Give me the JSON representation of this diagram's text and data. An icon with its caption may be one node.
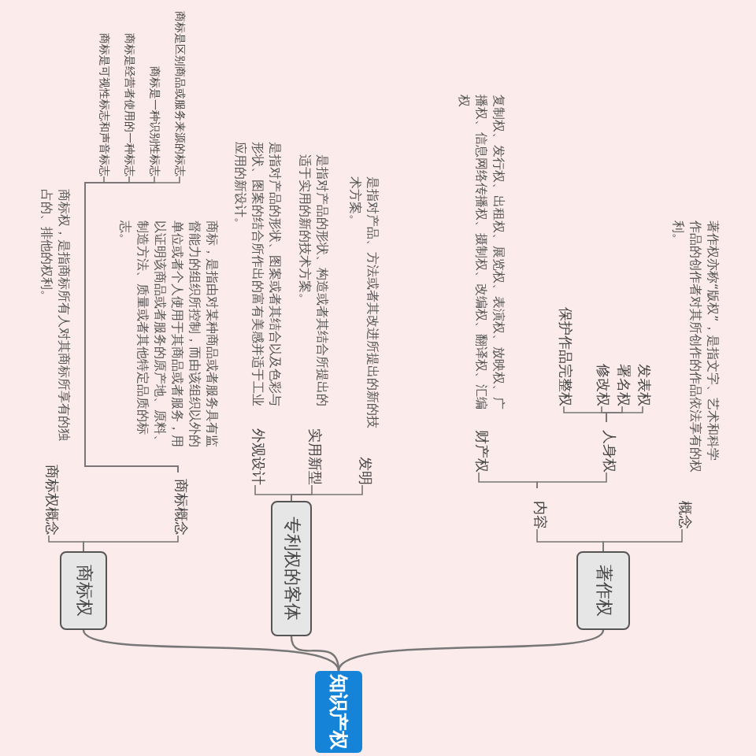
{
  "diagram": {
    "nodes": [
      {
        "text": [
          "知识产权"
        ]
      },
      {
        "text": [
          "著作权"
        ]
      },
      {
        "text": [
          "概念"
        ],
        "beside": [
          "著作权亦称“版权”，是指文字、艺术和科学作品的创作者对其所创作的作品依法享有的权利。"
        ]
      },
      {
        "text": [
          "内容"
        ]
      },
      {
        "text": [
          "人身权"
        ]
      },
      {
        "text": [
          "发表权"
        ]
      },
      {
        "text": [
          "署名权"
        ]
      },
      {
        "text": [
          "修改权"
        ]
      },
      {
        "text": [
          "保护作品完整权"
        ]
      },
      {
        "text": [
          "财产权"
        ],
        "beside": [
          "复制权、发行权、出租权、展览权、表演权、放映权、广播权、信息网络传播权、摄制权、改编权、翻译权、汇编权"
        ]
      },
      {
        "text": [
          "专利权的客体"
        ]
      },
      {
        "text": [
          "发明"
        ],
        "beside": [
          "是指对产品、方法或者其改进所提出的新的技术方案。"
        ]
      },
      {
        "text": [
          "实用新型"
        ],
        "beside": [
          "是指对产品的形状、构造或者其结合所提出的适于实用的新的技术方案。"
        ]
      },
      {
        "text": [
          "外观设计"
        ],
        "beside": [
          "是指对产品的形状、图案或者其结合以及色彩与形状、图案的结合所作出的富有美感并适于工业应用的新设计。"
        ]
      },
      {
        "text": [
          "商标权"
        ]
      },
      {
        "text": [
          "商标概念"
        ],
        "beside": [
          "商标，是指由对某种商品或者服务具有监督能力的组织所控制，而由该组织以外的单位或者个人使用于其商品或者服务，用以证明该商品或者服务的原产地、原料、制造方法、质量或者其他特定品质的标志。"
        ]
      },
      {
        "text": [
          "商标是区别商品或服务来源的标志"
        ]
      },
      {
        "text": [
          "商标是一种识别性标志"
        ]
      },
      {
        "text": [
          "商标是经营者使用的一种标志"
        ]
      },
      {
        "text": [
          "商标是可视性标志和声音标志"
        ]
      },
      {
        "text": [
          "商标权概念"
        ],
        "beside": [
          "商标权，是指商标所有人对其商标所享有的独占的、排他的权利。"
        ]
      }
    ],
    "edges": [
      {
        "from": 0,
        "to": 1,
        "arrow": "none"
      },
      {
        "from": 0,
        "to": 10,
        "arrow": "none"
      },
      {
        "from": 0,
        "to": 14,
        "arrow": "none"
      },
      {
        "from": 1,
        "to": 2,
        "arrow": "none"
      },
      {
        "from": 1,
        "to": 3,
        "arrow": "none"
      },
      {
        "from": 3,
        "to": 4,
        "arrow": "none"
      },
      {
        "from": 3,
        "to": 9,
        "arrow": "none"
      },
      {
        "from": 4,
        "to": 5,
        "arrow": "none"
      },
      {
        "from": 4,
        "to": 6,
        "arrow": "none"
      },
      {
        "from": 4,
        "to": 7,
        "arrow": "none"
      },
      {
        "from": 4,
        "to": 8,
        "arrow": "none"
      },
      {
        "from": 10,
        "to": 11,
        "arrow": "none"
      },
      {
        "from": 10,
        "to": 12,
        "arrow": "none"
      },
      {
        "from": 10,
        "to": 13,
        "arrow": "none"
      },
      {
        "from": 14,
        "to": 15,
        "arrow": "none"
      },
      {
        "from": 14,
        "to": 20,
        "arrow": "none"
      },
      {
        "from": 15,
        "to": 16,
        "arrow": "none"
      },
      {
        "from": 15,
        "to": 17,
        "arrow": "none"
      },
      {
        "from": 15,
        "to": 18,
        "arrow": "none"
      },
      {
        "from": 15,
        "to": 19,
        "arrow": "none"
      }
    ]
  }
}
